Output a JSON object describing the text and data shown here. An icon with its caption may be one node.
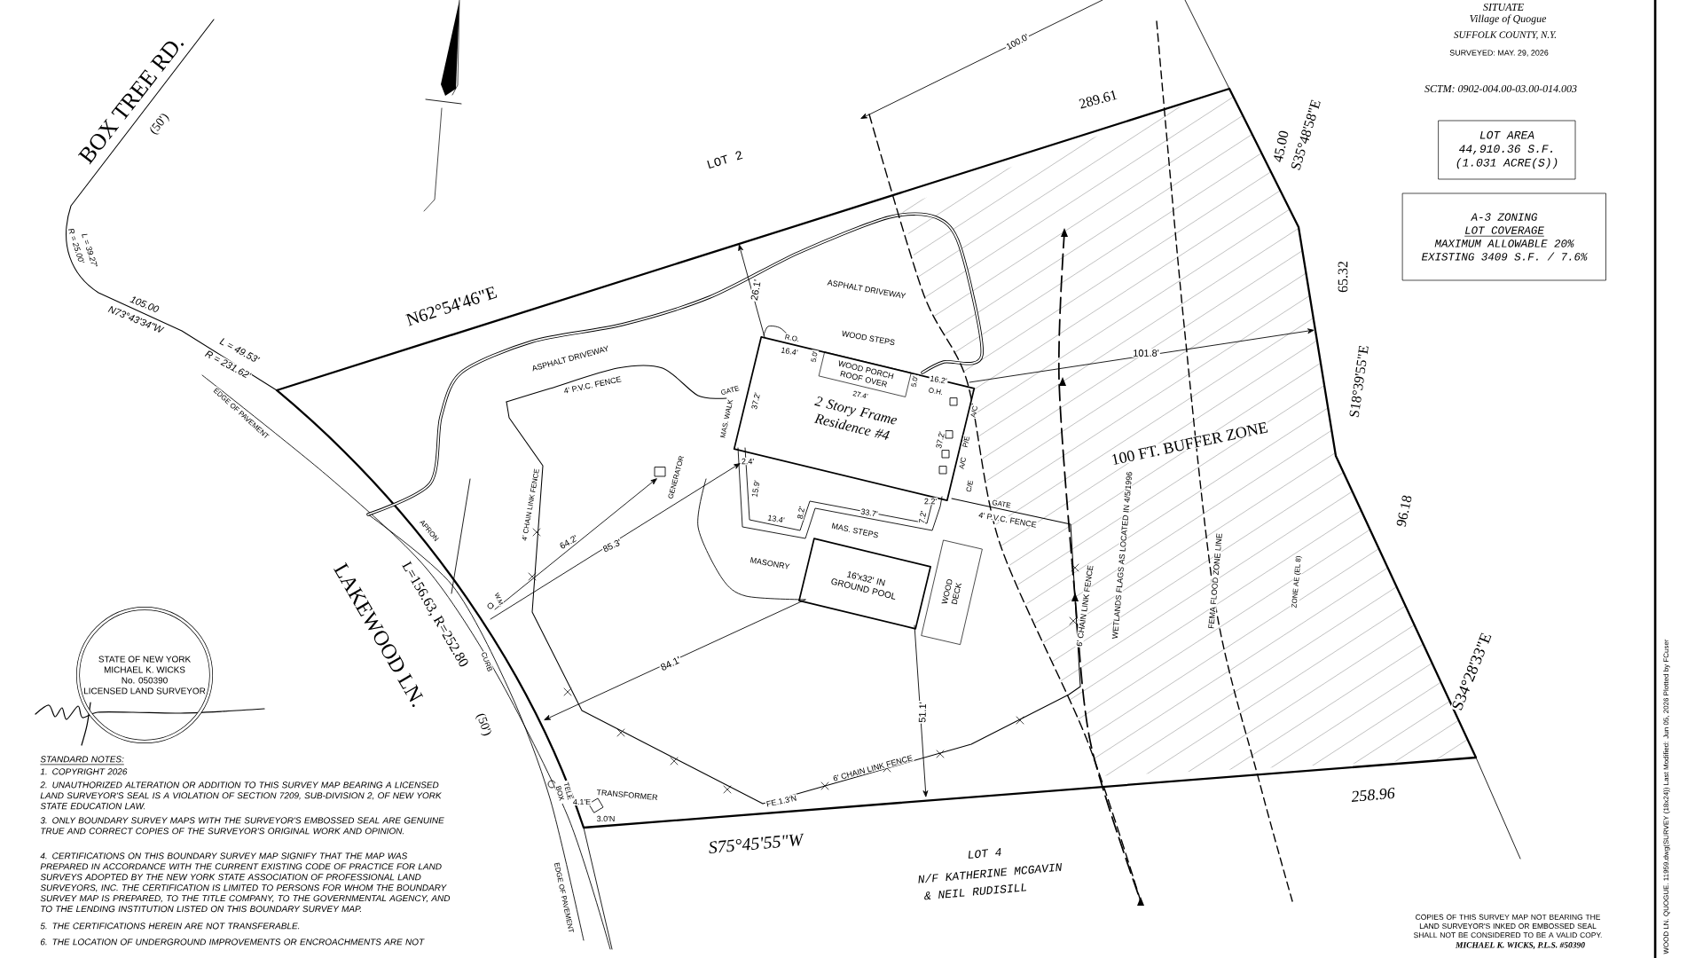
{
  "diagram": {
    "nodes": [
      {
        "text": [
          "STATE OF NEW YORK",
          "MICHAEL K. WICKS",
          "No. 050390",
          "LICENSED LAND SURVEYOR"
        ]
      },
      {
        "text": [
          "LOT AREA",
          "44,910.36 S.F.",
          "(1.031 ACRE(S))"
        ]
      },
      {
        "text": [
          "A-3 ZONING",
          "LOT COVERAGE",
          "MAXIMUM ALLOWABLE 20%",
          "EXISTING 3409 S.F. / 7.6%"
        ]
      },
      {
        "text": [
          "2 Story Frame Residence #4"
        ]
      },
      {
        "text": [
          "WOOD PORCH ROOF OVER"
        ],
        "in": 3
      },
      {
        "text": [
          "16'x32' IN GROUND POOL"
        ]
      },
      {
        "text": [
          "WOOD DECK"
        ]
      }
    ],
    "labels": [
      "SITUATE",
      "Village of Quogue",
      "SUFFOLK COUNTY, N.Y.",
      "SURVEYED: MAY. 29, 2026",
      "SCTM: 0902-004.00-03.00-014.003",
      "BOX TREE RD.",
      "(50')",
      "L = 39.27'",
      "R = 25.00'",
      "105.00",
      "N73°43'34\"W",
      "L = 49.53'",
      "R = 231.62'",
      "EDGE OF PAVEMENT",
      "N62°54'46\"E",
      "LOT 2",
      "100.0'",
      "289.61",
      "45.00",
      "S35°48'58\"E",
      "26.1'",
      "ASPHALT DRIVEWAY",
      "ASPHALT DRIVEWAY",
      "4' P.V.C. FENCE",
      "WOOD STEPS",
      "R.O.",
      "16.4'",
      "5.0'",
      "27.4'",
      "5.0'",
      "16.2'",
      "O.H.",
      "101.8'",
      "65.32",
      "S18°39'55\"E",
      "GATE",
      "MAS. WALK",
      "37.2'",
      "37.2'",
      "A/C",
      "P/E",
      "A/C",
      "C/E",
      "100 FT. BUFFER ZONE",
      "GENERATOR",
      "4' CHAIN LINK FENCE",
      "2.4'",
      "15.9'",
      "13.4'",
      "8.2'",
      "33.7'",
      "7.2'",
      "2.2'",
      "GATE",
      "4' P.V.C. FENCE",
      "MAS. STEPS",
      "64.2'",
      "85.3'",
      "APRON",
      "MASONRY",
      "W.M.",
      "L=156.63, R=252.80",
      "LAKEWOOD LN.",
      "(50')",
      "CURB",
      "6' CHAIN LINK FENCE",
      "WETLANDS FLAGS AS LOCATED IN 4/5/1996",
      "FEMA FLOOD ZONE LINE",
      "ZONE AE (EL 8)",
      "96.18",
      "84.1'",
      "51.1'",
      "S34°28'33\"E",
      "TELE BOX",
      "4.1'E",
      "TRANSFORMER",
      "3.0'N",
      "FE.1.3'N",
      "6' CHAIN LINK FENCE",
      "258.96",
      "S75°45'55\"W",
      "LOT 4",
      "N/F KATHERINE MCGAVIN",
      "& NEIL RUDISILL",
      "EDGE OF PAVEMENT",
      "STANDARD NOTES:",
      "1. COPYRIGHT 2026",
      "2. UNAUTHORIZED ALTERATION OR ADDITION TO THIS SURVEY MAP BEARING A LICENSED LAND SURVEYOR'S SEAL IS A VIOLATION OF SECTION 7209, SUB-DIVISION 2, OF NEW YORK STATE EDUCATION LAW.",
      "3. ONLY BOUNDARY SURVEY MAPS WITH THE SURVEYOR'S EMBOSSED SEAL ARE GENUINE TRUE AND CORRECT COPIES OF THE SURVEYOR'S ORIGINAL WORK AND OPINION.",
      "4. CERTIFICATIONS ON THIS BOUNDARY SURVEY MAP SIGNIFY THAT THE MAP WAS PREPARED IN ACCORDANCE WITH THE CURRENT EXISTING CODE OF PRACTICE FOR LAND SURVEYS ADOPTED BY THE NEW YORK STATE ASSOCIATION OF PROFESSIONAL LAND SURVEYORS, INC. THE CERTIFICATION IS LIMITED TO PERSONS FOR WHOM THE BOUNDARY SURVEY MAP IS PREPARED, TO THE TITLE COMPANY, TO THE GOVERNMENTAL AGENCY, AND TO THE LENDING INSTITUTION LISTED ON THIS BOUNDARY SURVEY MAP.",
      "5. THE CERTIFICATIONS HEREIN ARE NOT TRANSFERABLE.",
      "6. THE LOCATION OF UNDERGROUND IMPROVEMENTS OR ENCROACHMENTS ARE NOT",
      "COPIES OF THIS SURVEY MAP NOT BEARING THE LAND SURVEYOR'S INKED OR EMBOSSED SEAL SHALL NOT BE CONSIDERED TO BE A VALID COPY.",
      "MICHAEL K. WICKS, P.L.S. #50390",
      "WOOD LN. QUOGUE. 11959.dwg(SURVEY (18x24)) Last Modified: Jun 05, 2026 Plotted by FCuser"
    ]
  }
}
